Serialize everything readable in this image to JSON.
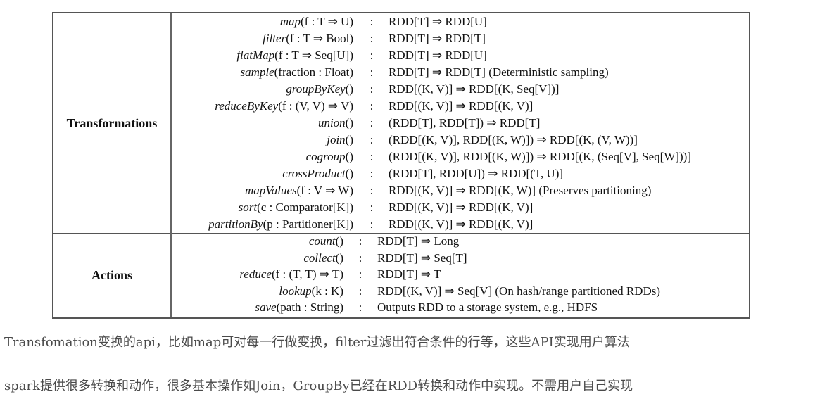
{
  "table": {
    "transformations": {
      "label": "Transformations",
      "rows": [
        {
          "name": "map",
          "args": "(f : T ⇒ U)",
          "type": "RDD[T] ⇒ RDD[U]"
        },
        {
          "name": "filter",
          "args": "(f : T ⇒ Bool)",
          "type": "RDD[T] ⇒ RDD[T]"
        },
        {
          "name": "flatMap",
          "args": "(f : T ⇒ Seq[U])",
          "type": "RDD[T] ⇒ RDD[U]"
        },
        {
          "name": "sample",
          "args": "(fraction : Float)",
          "type": "RDD[T] ⇒ RDD[T]  (Deterministic sampling)"
        },
        {
          "name": "groupByKey",
          "args": "()",
          "type": "RDD[(K, V)] ⇒ RDD[(K, Seq[V])]"
        },
        {
          "name": "reduceByKey",
          "args": "(f : (V, V) ⇒ V)",
          "type": "RDD[(K, V)] ⇒ RDD[(K, V)]"
        },
        {
          "name": "union",
          "args": "()",
          "type": "(RDD[T], RDD[T]) ⇒ RDD[T]"
        },
        {
          "name": "join",
          "args": "()",
          "type": "(RDD[(K, V)], RDD[(K, W)]) ⇒ RDD[(K, (V, W))]"
        },
        {
          "name": "cogroup",
          "args": "()",
          "type": "(RDD[(K, V)], RDD[(K, W)]) ⇒ RDD[(K, (Seq[V], Seq[W]))]"
        },
        {
          "name": "crossProduct",
          "args": "()",
          "type": "(RDD[T], RDD[U]) ⇒ RDD[(T, U)]"
        },
        {
          "name": "mapValues",
          "args": "(f : V ⇒ W)",
          "type": "RDD[(K, V)] ⇒ RDD[(K, W)]  (Preserves partitioning)"
        },
        {
          "name": "sort",
          "args": "(c : Comparator[K])",
          "type": "RDD[(K, V)] ⇒ RDD[(K, V)]"
        },
        {
          "name": "partitionBy",
          "args": "(p : Partitioner[K])",
          "type": "RDD[(K, V)] ⇒ RDD[(K, V)]"
        }
      ]
    },
    "actions": {
      "label": "Actions",
      "rows": [
        {
          "name": "count",
          "args": "()",
          "type": "RDD[T] ⇒ Long"
        },
        {
          "name": "collect",
          "args": "()",
          "type": "RDD[T] ⇒ Seq[T]"
        },
        {
          "name": "reduce",
          "args": "(f : (T, T) ⇒ T)",
          "type": "RDD[T] ⇒ T"
        },
        {
          "name": "lookup",
          "args": "(k : K)",
          "type": "RDD[(K, V)] ⇒ Seq[V]  (On hash/range partitioned RDDs)"
        },
        {
          "name": "save",
          "args": "(path : String)",
          "type": "Outputs RDD to a storage system, e.g., HDFS"
        }
      ]
    },
    "separator": ":"
  },
  "captions": [
    "Transfomation变换的api，比如map可对每一行做变换，filter过滤出符合条件的行等，这些API实现用户算法",
    "spark提供很多转换和动作，很多基本操作如Join，GroupBy已经在RDD转换和动作中实现。不需用户自己实现"
  ]
}
